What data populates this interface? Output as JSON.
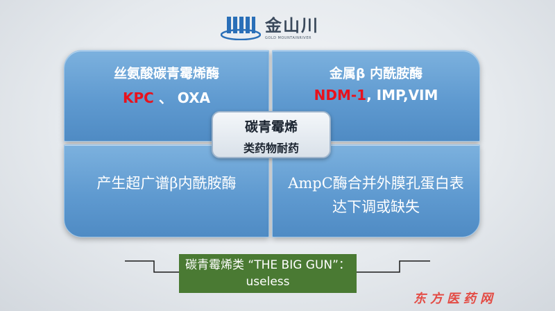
{
  "logo": {
    "name": "金山川",
    "subtitle": "GOLD MOUNTAINRIVER",
    "mark_color": "#2a6fb8"
  },
  "quadrants": {
    "top_left": {
      "title": "丝氨酸碳青霉烯酶",
      "types_red": "KPC",
      "types_white": " 、 OXA"
    },
    "top_right": {
      "title": "金属β 内酰胺酶",
      "types_red": "NDM-1",
      "types_white": ", IMP,VIM"
    },
    "bottom_left": {
      "text": "产生超广谱β内酰胺酶"
    },
    "bottom_right": {
      "text": "AmpC酶合并外膜孔蛋白表达下调或缺失"
    }
  },
  "center": {
    "line1": "碳青霉烯",
    "line2": "类药物耐药"
  },
  "verdict": {
    "text": "碳青霉烯类 “THE BIG GUN”：useless"
  },
  "watermark": {
    "text": "东方医药网"
  },
  "colors": {
    "panel": "#5f9ad0",
    "highlight_red": "#e8121d",
    "verdict_bg": "#4a7a33",
    "watermark": "#e5332a"
  }
}
